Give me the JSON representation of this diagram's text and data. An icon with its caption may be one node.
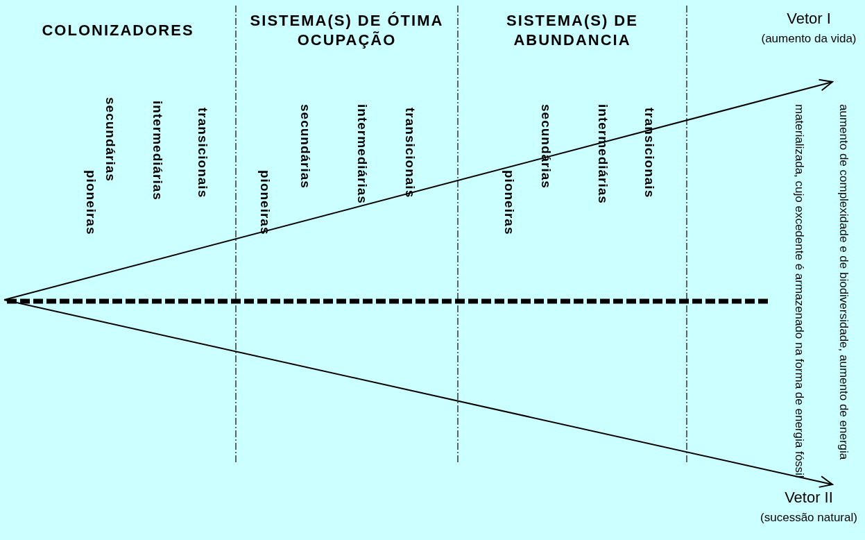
{
  "diagram": {
    "nodes": [
      {
        "text": [
          "Vetor I",
          "(aumento da vida)"
        ]
      },
      {
        "text": [
          "Vetor II",
          "(sucessão natural)"
        ]
      }
    ],
    "edges": [
      {
        "from": null,
        "to": 0,
        "arrow": "to"
      },
      {
        "from": null,
        "to": 1,
        "arrow": "to"
      }
    ],
    "labels": [
      "COLONIZADORES",
      "SISTEMA(S) DE ÓTIMA OCUPAÇÃO",
      "SISTEMA(S) DE ABUNDANCIA",
      "pioneiras",
      "secundárias",
      "intermediárias",
      "transicionais",
      "pioneiras",
      "secundárias",
      "intermediárias",
      "transicionais",
      "pioneiras",
      "secundárias",
      "intermediárias",
      "transicionais",
      "aumento de complexidade e de biodiversidade, aumento de energia materializada, cujo excedente é armazenado na forma de energia fóssil"
    ]
  }
}
